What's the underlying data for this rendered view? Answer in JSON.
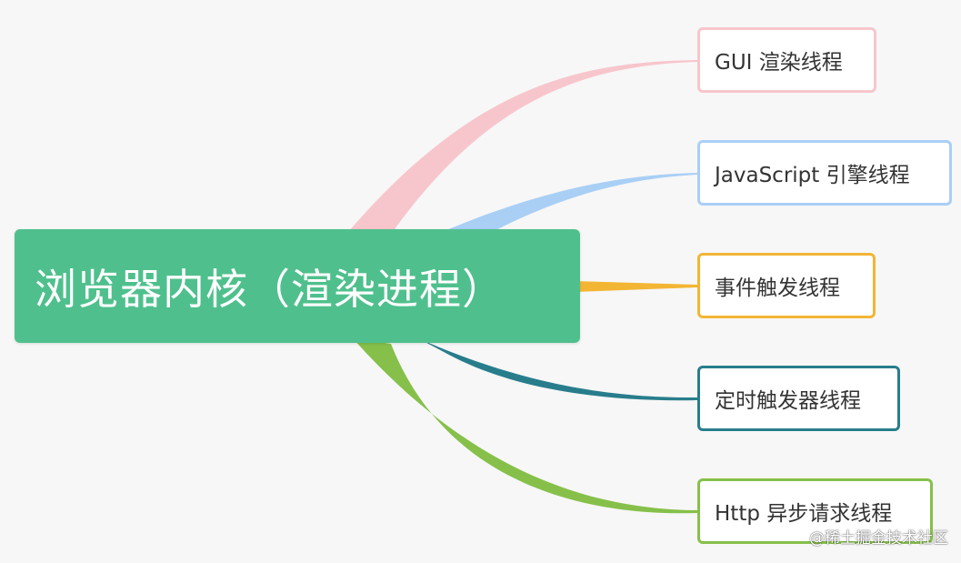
{
  "root": {
    "label": "浏览器内核（渲染进程）",
    "color": "#4fc08d"
  },
  "children": [
    {
      "label": "GUI 渲染线程",
      "color": "#f7c6cc"
    },
    {
      "label": "JavaScript 引擎线程",
      "color": "#a9cff5"
    },
    {
      "label": "事件触发线程",
      "color": "#f3b534"
    },
    {
      "label": "定时触发器线程",
      "color": "#287d8c"
    },
    {
      "label": "Http 异步请求线程",
      "color": "#86c04a"
    }
  ],
  "watermark": "@稀土掘金技术社区"
}
